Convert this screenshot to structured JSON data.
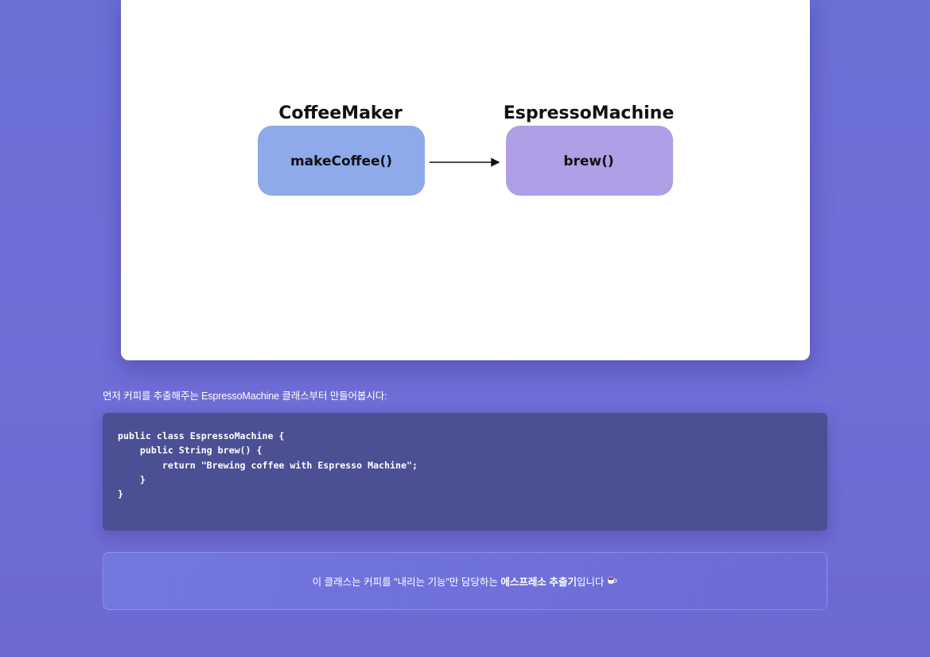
{
  "diagram": {
    "left_node": {
      "title": "CoffeeMaker",
      "method": "makeCoffee()",
      "color": "#8eaaea"
    },
    "right_node": {
      "title": "EspressoMachine",
      "method": "brew()",
      "color": "#b09ee6"
    }
  },
  "intro": {
    "text": "먼저 커피를 추출해주는 EspressoMachine 클래스부터 만들어봅시다:"
  },
  "code": {
    "text": "public class EspressoMachine {\n    public String brew() {\n        return \"Brewing coffee with Espresso Machine\";\n    }\n}"
  },
  "note": {
    "prefix": "이 클래스는 커피를 \"내리는 기능\"만 담당하는 ",
    "bold": "에스프레소 추출기",
    "suffix": "입니다",
    "icon": "coffee-icon"
  }
}
